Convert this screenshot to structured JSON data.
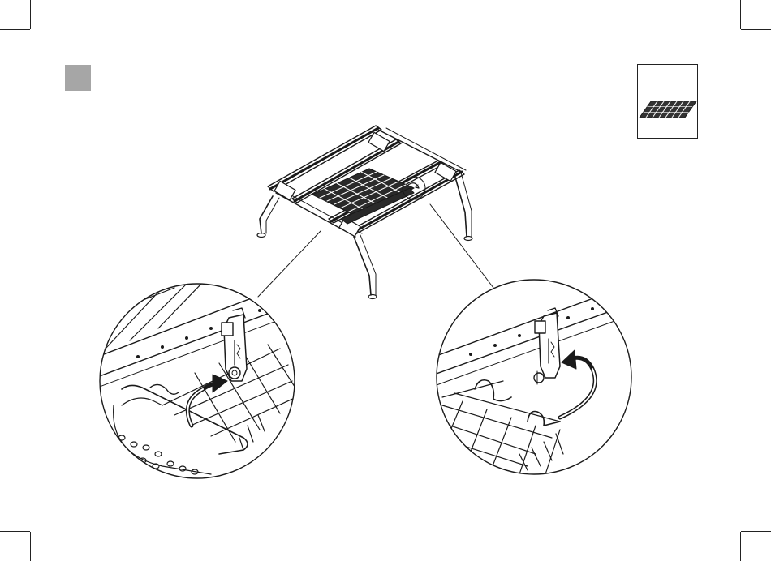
{
  "colors": {
    "step_marker": "#a6a6a6",
    "line": "#1a1a1a",
    "background": "#ffffff"
  },
  "icons": {
    "step_marker": "step-marker-icon",
    "thumbnail": "cutlery-tray-thumbnail-icon",
    "main": "dishwasher-upper-rack-illustration",
    "detail_left": "clip-detail-left-illustration",
    "detail_right": "clip-detail-right-illustration",
    "rotate_arrow": "rotate-arrow-icon"
  }
}
